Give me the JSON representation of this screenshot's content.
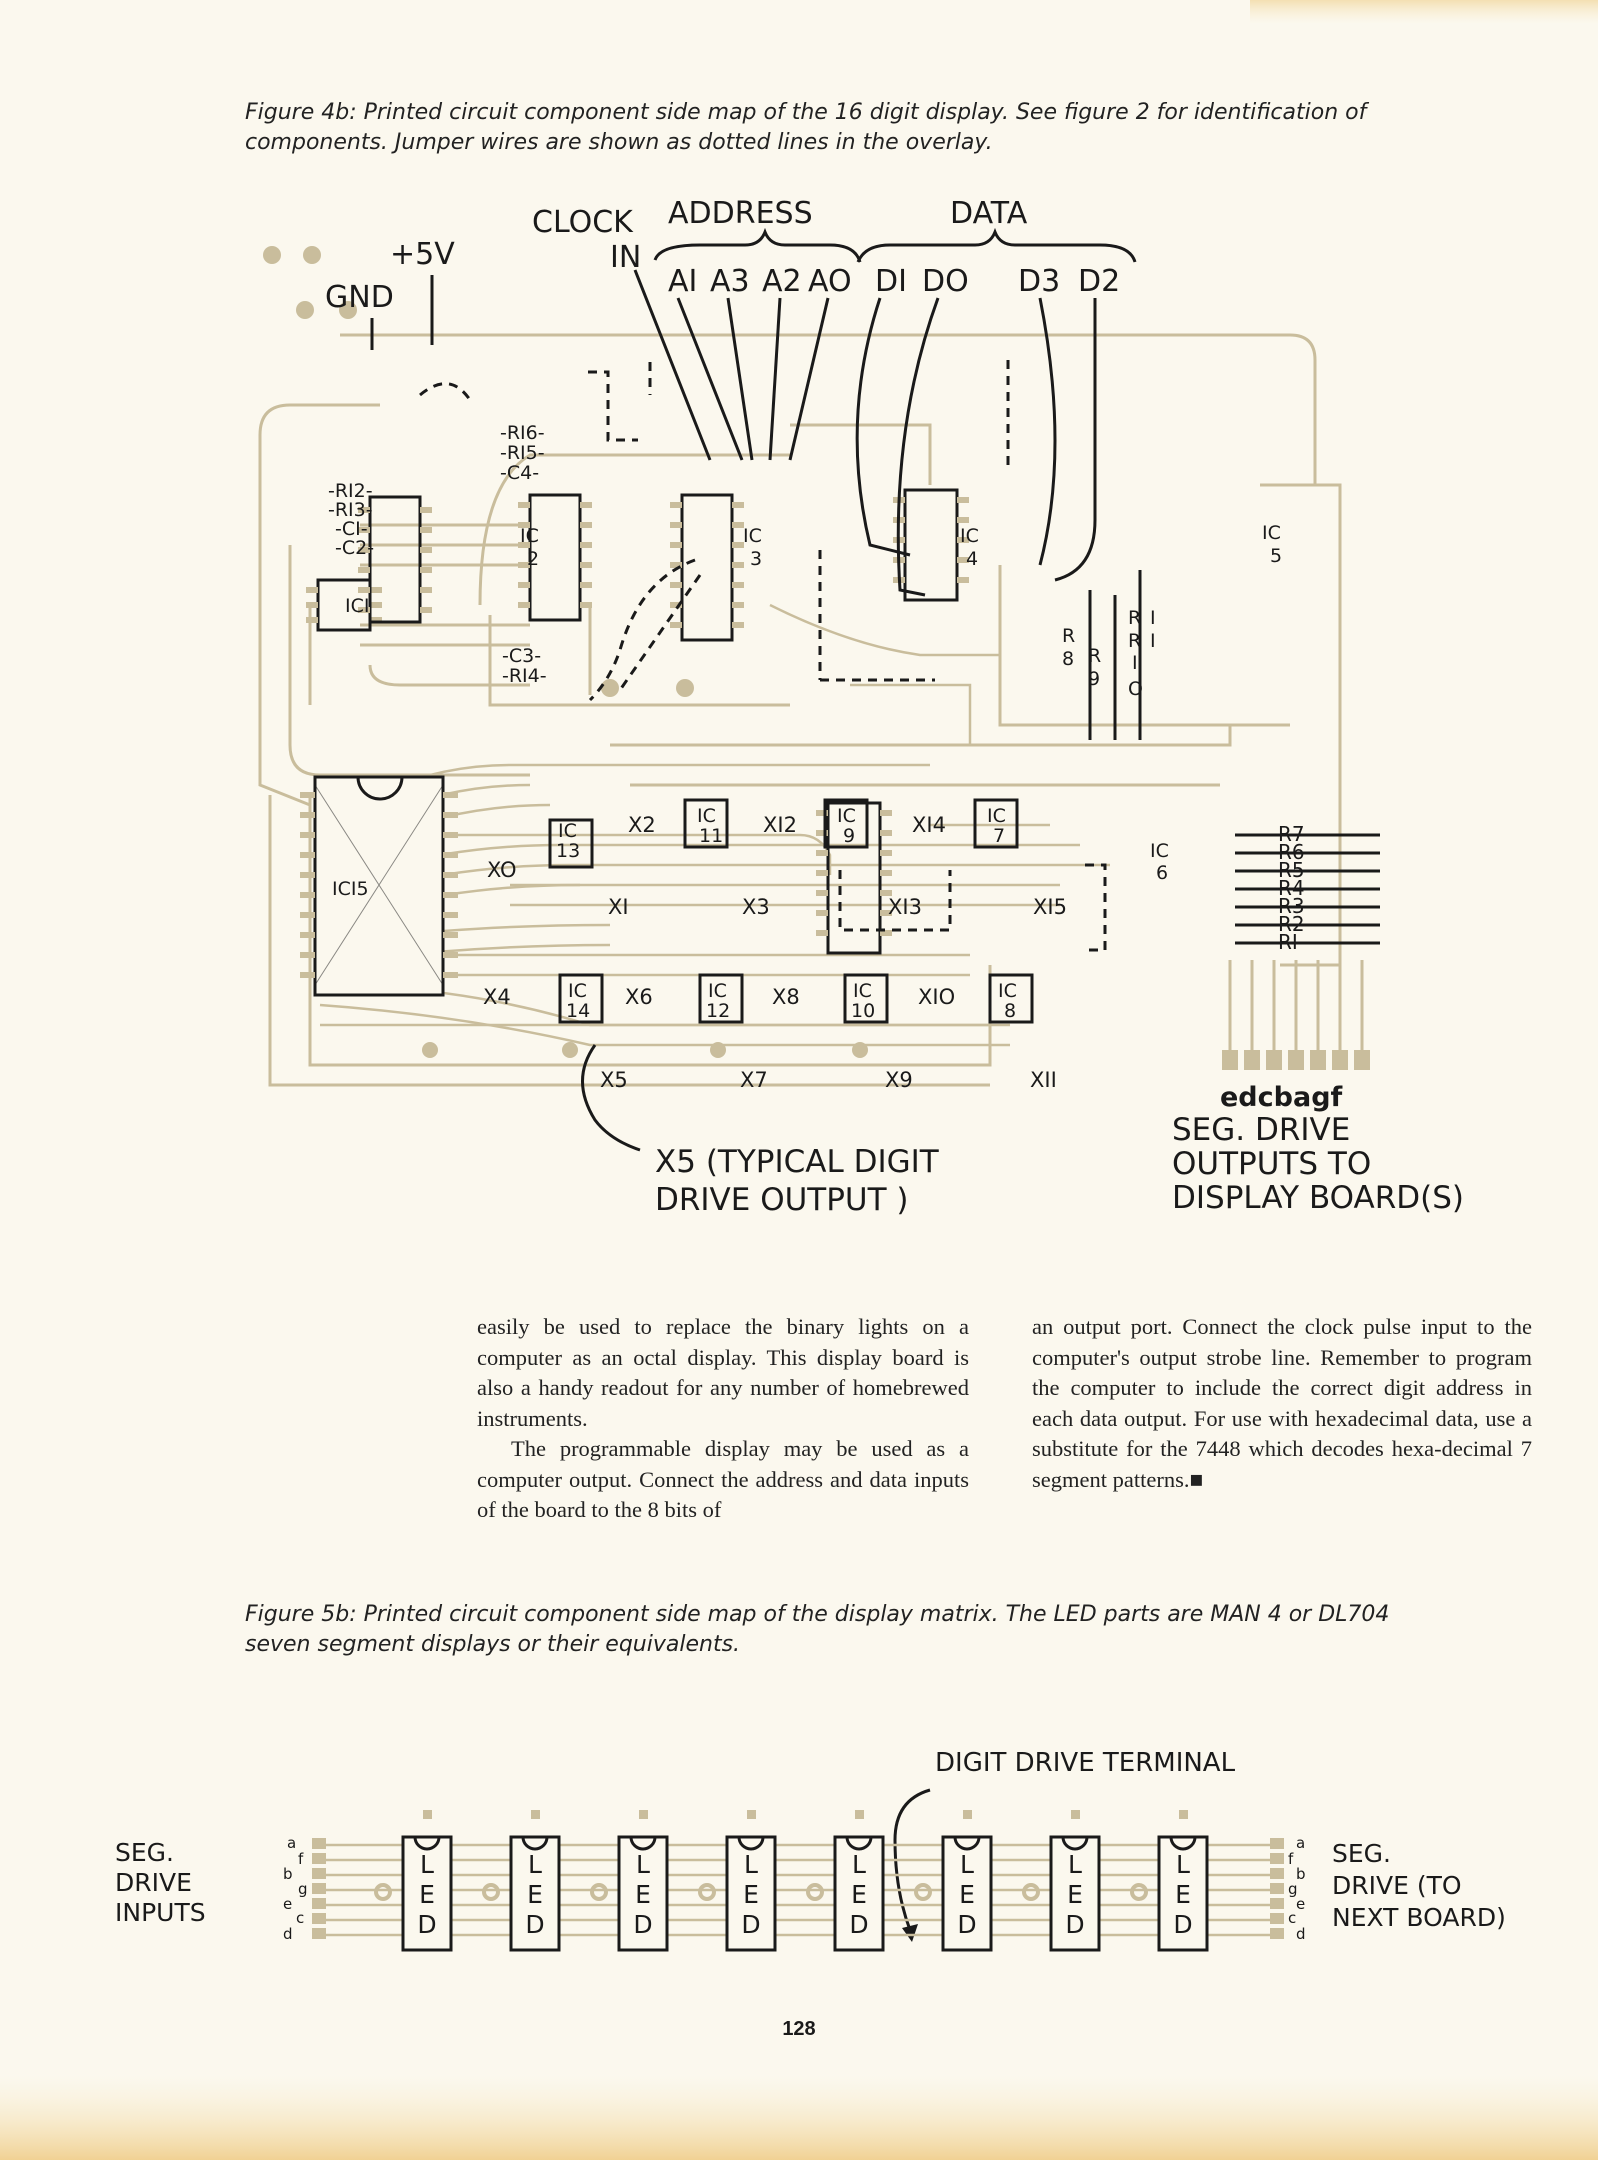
{
  "figure_4b": {
    "caption": "Figure 4b: Printed circuit component side map of the 16 digit display. See figure 2 for identification of components. Jumper wires are shown as dotted lines in the overlay.",
    "top_labels": {
      "clock": "CLOCK",
      "in": "IN",
      "address": "ADDRESS",
      "data": "DATA",
      "plus5v": "+5V",
      "gnd": "GND",
      "a1": "AI",
      "a3": "A3",
      "a2": "A2",
      "a0": "AO",
      "d1": "DI",
      "d0": "DO",
      "d3": "D3",
      "d2": "D2"
    },
    "components": {
      "r12": "-RI2-",
      "r13": "-RI3-",
      "c1": "-CI-",
      "c2": "-C2-",
      "r16": "-RI6-",
      "r15": "-RI5-",
      "c4": "-C4-",
      "c3": "-C3-",
      "r14": "-RI4-",
      "ic1": "ICI",
      "ic2_a": "IC",
      "ic2_b": "2",
      "ic3_a": "IC",
      "ic3_b": "3",
      "ic4_a": "IC",
      "ic4_b": "4",
      "ic5_a": "IC",
      "ic5_b": "5",
      "r8_a": "R",
      "r8_b": "8",
      "r9_a": "R",
      "r9_b": "9",
      "r10_a": "R",
      "r10_b": "I",
      "r10_c": "O",
      "r11_a": "R",
      "r11_b": "I",
      "r11_c": "I",
      "ic15": "ICI5",
      "ic13_a": "IC",
      "ic13_b": "13",
      "ic11_a": "IC",
      "ic11_b": "11",
      "ic9_a": "IC",
      "ic9_b": "9",
      "ic7_a": "IC",
      "ic7_b": "7",
      "ic6_a": "IC",
      "ic6_b": "6",
      "ic14_a": "IC",
      "ic14_b": "14",
      "ic12_a": "IC",
      "ic12_b": "12",
      "ic10_a": "IC",
      "ic10_b": "10",
      "ic8_a": "IC",
      "ic8_b": "8",
      "x0": "XO",
      "x1": "XI",
      "x2": "X2",
      "x3": "X3",
      "x4": "X4",
      "x5": "X5",
      "x6": "X6",
      "x7": "X7",
      "x8": "X8",
      "x9": "X9",
      "x10": "XIO",
      "x11": "XII",
      "x12": "XI2",
      "x13": "XI3",
      "x14": "XI4",
      "x15": "XI5",
      "r7": "R7",
      "r6": "R6",
      "r5": "R5",
      "r4": "R4",
      "r3": "R3",
      "r2": "R2",
      "r1": "RI"
    },
    "annotations": {
      "seg_letters": "edcbagf",
      "seg_drive_1": "SEG. DRIVE",
      "seg_drive_2": "OUTPUTS TO",
      "seg_drive_3": "DISPLAY BOARD(S)",
      "x5_note_1": "X5 (TYPICAL DIGIT",
      "x5_note_2": "DRIVE OUTPUT )"
    }
  },
  "article": {
    "left_col_p1": "easily be used to replace the binary lights on a computer as an octal display. This display board is also a handy readout for any number of homebrewed instruments.",
    "left_col_p2": "The programmable display may be used as a computer output. Connect the address and data inputs of the board to the 8 bits of",
    "right_col": "an output port. Connect the clock pulse input to the computer's output strobe line. Remember to program the computer to include the correct digit address in each data output. For use with hexadecimal data, use a substitute for the 7448 which decodes hexa-decimal 7 segment patterns.■"
  },
  "figure_5b": {
    "caption": "Figure 5b: Printed circuit component side map of the display matrix. The LED parts are MAN 4 or DL704 seven segment displays or their equivalents.",
    "digit_drive_terminal": "DIGIT DRIVE TERMINAL",
    "seg_inputs_1": "SEG.",
    "seg_inputs_2": "DRIVE",
    "seg_inputs_3": "INPUTS",
    "seg_next_1": "SEG.",
    "seg_next_2": "DRIVE (TO",
    "seg_next_3": "NEXT BOARD)",
    "led_letters": [
      "L",
      "E",
      "D"
    ],
    "left_pins": [
      "a",
      "f",
      "b",
      "g",
      "e",
      "c",
      "d"
    ],
    "right_pins": [
      "a",
      "f",
      "b",
      "g",
      "e",
      "c",
      "d"
    ]
  },
  "page_number": "128",
  "colors": {
    "trace": "#c9bd9c",
    "ink": "#1a1a1a",
    "paper": "#fbf8ee",
    "stain": "#e8b24a"
  }
}
